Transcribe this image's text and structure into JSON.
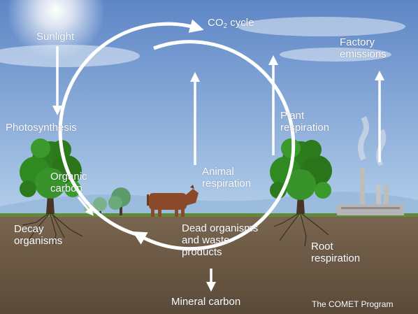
{
  "title": {
    "main": "CO",
    "subscript": "2",
    "suffix": " cycle"
  },
  "labels": {
    "sunlight": "Sunlight",
    "photosynthesis": "Photosynthesis",
    "organic_carbon": "Organic\ncarbon",
    "decay_organisms": "Decay\norganisms",
    "animal_respiration": "Animal\nrespiration",
    "plant_respiration": "Plant\nrespiration",
    "factory_emissions": "Factory\nemissions",
    "dead_organisms": "Dead organisms\nand waste\nproducts",
    "root_respiration": "Root\nrespiration",
    "mineral_carbon": "Mineral carbon"
  },
  "credit": "The COMET Program",
  "colors": {
    "sky_top": "#5e86c6",
    "sky_bottom": "#aecbe8",
    "ground": "#6b5a45",
    "tree": "#2e7d1d",
    "cow": "#8a4a2a",
    "factory": "#b9b9b9",
    "arrow": "#ffffff"
  }
}
